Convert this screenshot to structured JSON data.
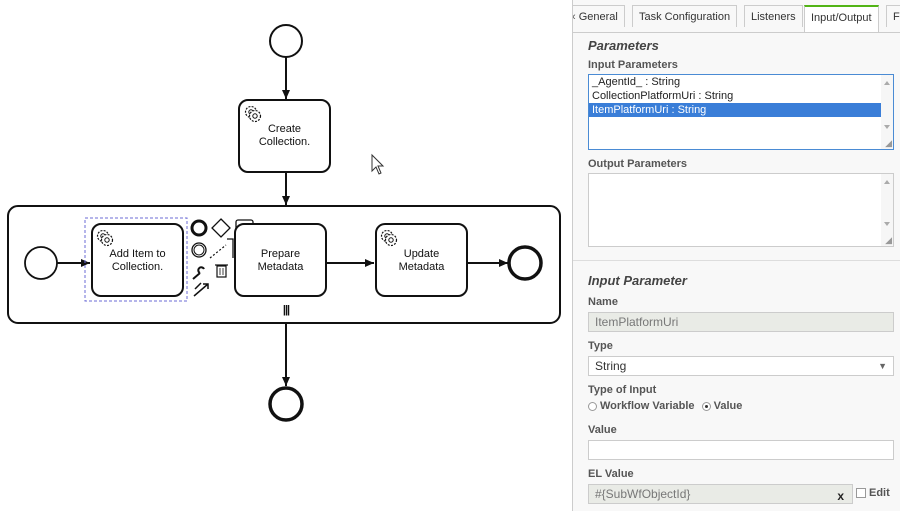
{
  "diagram": {
    "tasks": [
      {
        "label": "Create\nCollection.",
        "icon": "gear-icon"
      },
      {
        "label": "Add Item to\nCollection.",
        "icon": "gear-icon"
      },
      {
        "label": "Prepare\nMetadata",
        "icon": ""
      },
      {
        "label": "Update\nMetadata",
        "icon": "gear-icon"
      }
    ],
    "multi_instance_marker": "|||",
    "context_pad": [
      "end-event-icon",
      "gateway-icon",
      "text-annotation-icon",
      "intermediate-event-icon",
      "connect-icon",
      "wrench-icon",
      "trash-icon",
      "append-icon"
    ]
  },
  "tabs": [
    "General",
    "Task Configuration",
    "Listeners",
    "Input/Output",
    "F"
  ],
  "active_tab": "Input/Output",
  "parameters": {
    "group_title": "Parameters",
    "input_label": "Input Parameters",
    "input_items": [
      "_AgentId_ : String",
      "CollectionPlatformUri : String",
      "ItemPlatformUri : String"
    ],
    "selected_index": 2,
    "output_label": "Output Parameters",
    "output_items": []
  },
  "input_parameter": {
    "group_title": "Input Parameter",
    "name_label": "Name",
    "name_value": "ItemPlatformUri",
    "type_label": "Type",
    "type_value": "String",
    "type_of_input_label": "Type of Input",
    "radio_options": [
      "Workflow Variable",
      "Value"
    ],
    "radio_selected": "Value",
    "value_label": "Value",
    "value_value": "",
    "el_value_label": "EL Value",
    "el_value": "#{SubWfObjectId}",
    "clear_symbol": "x",
    "edit_label": "Edit"
  }
}
